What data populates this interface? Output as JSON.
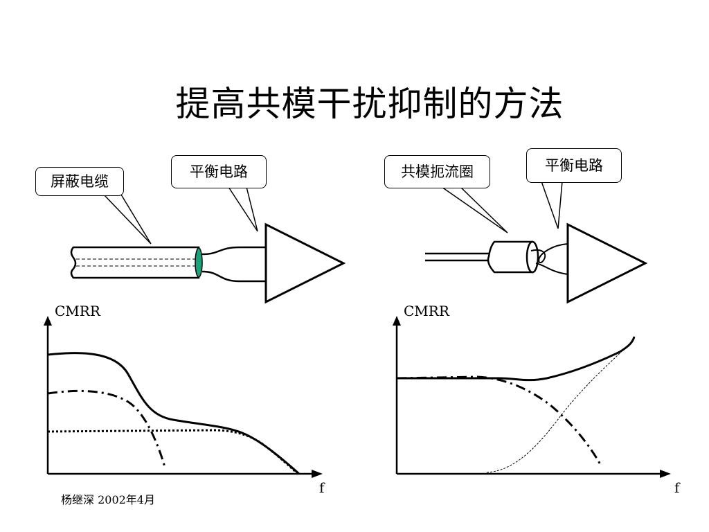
{
  "title": "提高共模干扰抑制的方法",
  "left_panel": {
    "callout_shield": "屏蔽电缆",
    "callout_balanced": "平衡电路",
    "ylabel": "CMRR",
    "xlabel": "f"
  },
  "right_panel": {
    "callout_choke": "共模扼流圈",
    "callout_balanced": "平衡电路",
    "ylabel": "CMRR",
    "xlabel": "f"
  },
  "footer": "杨继深  2002年4月",
  "colors": {
    "stroke": "#000000",
    "shield_end": "#1aa37a",
    "background": "#ffffff"
  }
}
